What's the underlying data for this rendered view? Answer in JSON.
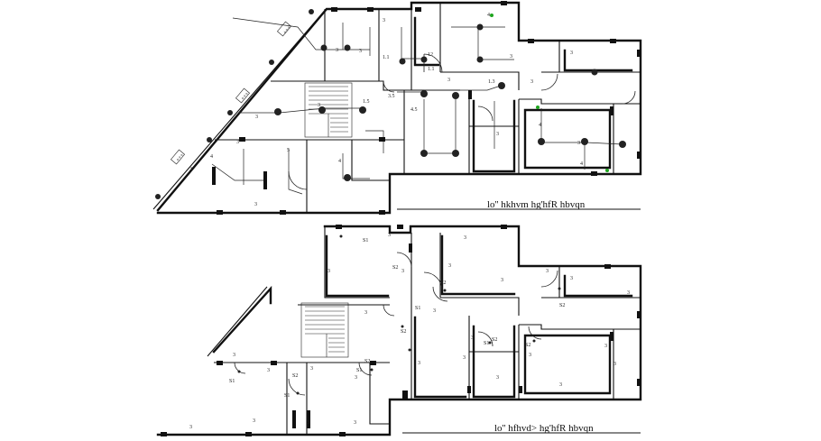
{
  "plans": [
    {
      "title": "lo'' hkhvm  hg'hfR hbvqn",
      "room_labels": [
        "3",
        "3",
        "3",
        "3",
        "3",
        "3",
        "3",
        "3",
        "3",
        "3",
        "3",
        "3",
        "3",
        "3",
        "4",
        "4",
        "4",
        "4",
        "4",
        "1.1",
        "1.1",
        "1.3",
        "1.5",
        "3.5",
        "4.5",
        "5",
        "12"
      ],
      "box_labels": [
        "+++",
        "+++",
        "+++"
      ]
    },
    {
      "title": "lo'' hfhvd> hg'hfR hbvqn",
      "room_labels": [
        "3",
        "3",
        "3",
        "3",
        "3",
        "3",
        "3",
        "3",
        "3",
        "3",
        "3",
        "3",
        "3",
        "3",
        "3",
        "3",
        "3",
        "3",
        "3",
        "3",
        "3",
        "3",
        "3",
        "3",
        "3",
        "3",
        "3"
      ],
      "switch_labels": [
        "S1",
        "S1",
        "S1",
        "S1",
        "S1",
        "S1",
        "S2",
        "S2",
        "S2",
        "S2",
        "S2",
        "S2",
        "S2",
        "S2"
      ]
    }
  ],
  "colors": {
    "line": "#111111",
    "accent": "#1fa51f"
  }
}
